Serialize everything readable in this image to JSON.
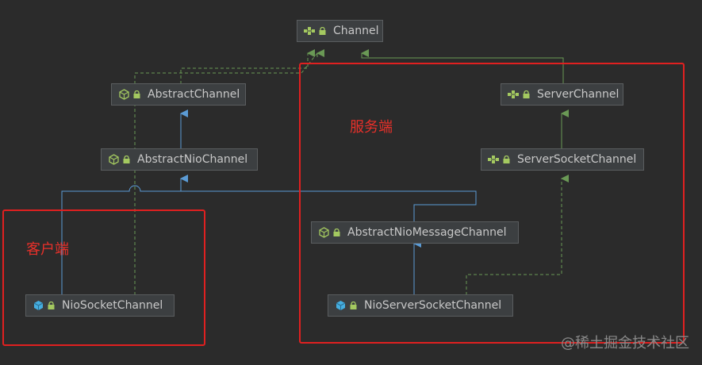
{
  "nodes": {
    "channel": "Channel",
    "abstract_channel": "AbstractChannel",
    "abstract_nio_channel": "AbstractNioChannel",
    "nio_socket_channel": "NioSocketChannel",
    "server_channel": "ServerChannel",
    "server_socket_channel": "ServerSocketChannel",
    "abstract_nio_message_channel": "AbstractNioMessageChannel",
    "nio_server_socket_channel": "NioServerSocketChannel"
  },
  "regions": {
    "client_label": "客户端",
    "server_label": "服务端"
  },
  "watermark": "@稀土掘金技术社区",
  "icons": {
    "interface": "interface-icon",
    "abstract_class": "abstract-class-icon",
    "class": "class-icon",
    "lock": "lock-icon"
  },
  "colors": {
    "background": "#2b2b2b",
    "node_background": "#3c3f41",
    "extends_line": "#5b9bd5",
    "implements_line": "#6a9955",
    "highlight": "#e02020",
    "interface_icon": "#a4c960",
    "class_icon": "#45aee0"
  }
}
